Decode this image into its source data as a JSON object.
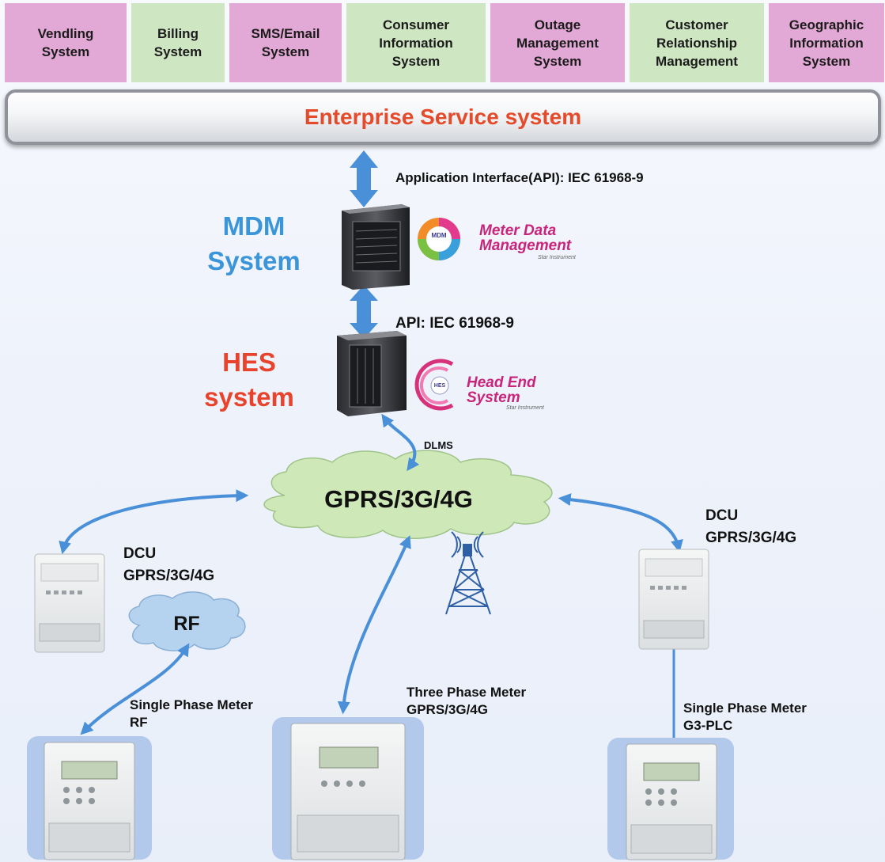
{
  "systems": [
    {
      "label": "Vendling\nSystem",
      "color": "pink"
    },
    {
      "label": "Billing\nSystem",
      "color": "green"
    },
    {
      "label": "SMS/Email\nSystem",
      "color": "pink"
    },
    {
      "label": "Consumer\nInformation\nSystem",
      "color": "green"
    },
    {
      "label": "Outage\nManagement\nSystem",
      "color": "pink"
    },
    {
      "label": "Customer\nRelationship\nManagement",
      "color": "green"
    },
    {
      "label": "Geographic\nInformation\nSystem",
      "color": "pink"
    }
  ],
  "esb": "Enterprise Service system",
  "api_top": "Application Interface(API): IEC  61968-9",
  "mdm": "MDM\nSystem",
  "mdm_logo": {
    "badge": "MDM",
    "title": "Meter Data\nManagement",
    "sub": "Star Instrument"
  },
  "api_mid": "API: IEC  61968-9",
  "hes": "HES\nsystem",
  "hes_logo": {
    "badge": "HES",
    "title": "Head End\nSystem",
    "sub": "Star Instrument"
  },
  "dlms": "DLMS",
  "cloud_main": "GPRS/3G/4G",
  "dcu_left": "DCU\nGPRS/3G/4G",
  "dcu_right": "DCU\nGPRS/3G/4G",
  "rf": "RF",
  "meter_left": "Single Phase Meter\n  RF",
  "meter_center": "Three Phase Meter\nGPRS/3G/4G",
  "meter_right": "Single Phase Meter\nG3-PLC",
  "colors": {
    "pink": "#e3a9d6",
    "green": "#cfe6c3",
    "arrow": "#4a90d9",
    "cloud": "#cfe8b8",
    "rf_cloud": "#b5d3ef"
  }
}
